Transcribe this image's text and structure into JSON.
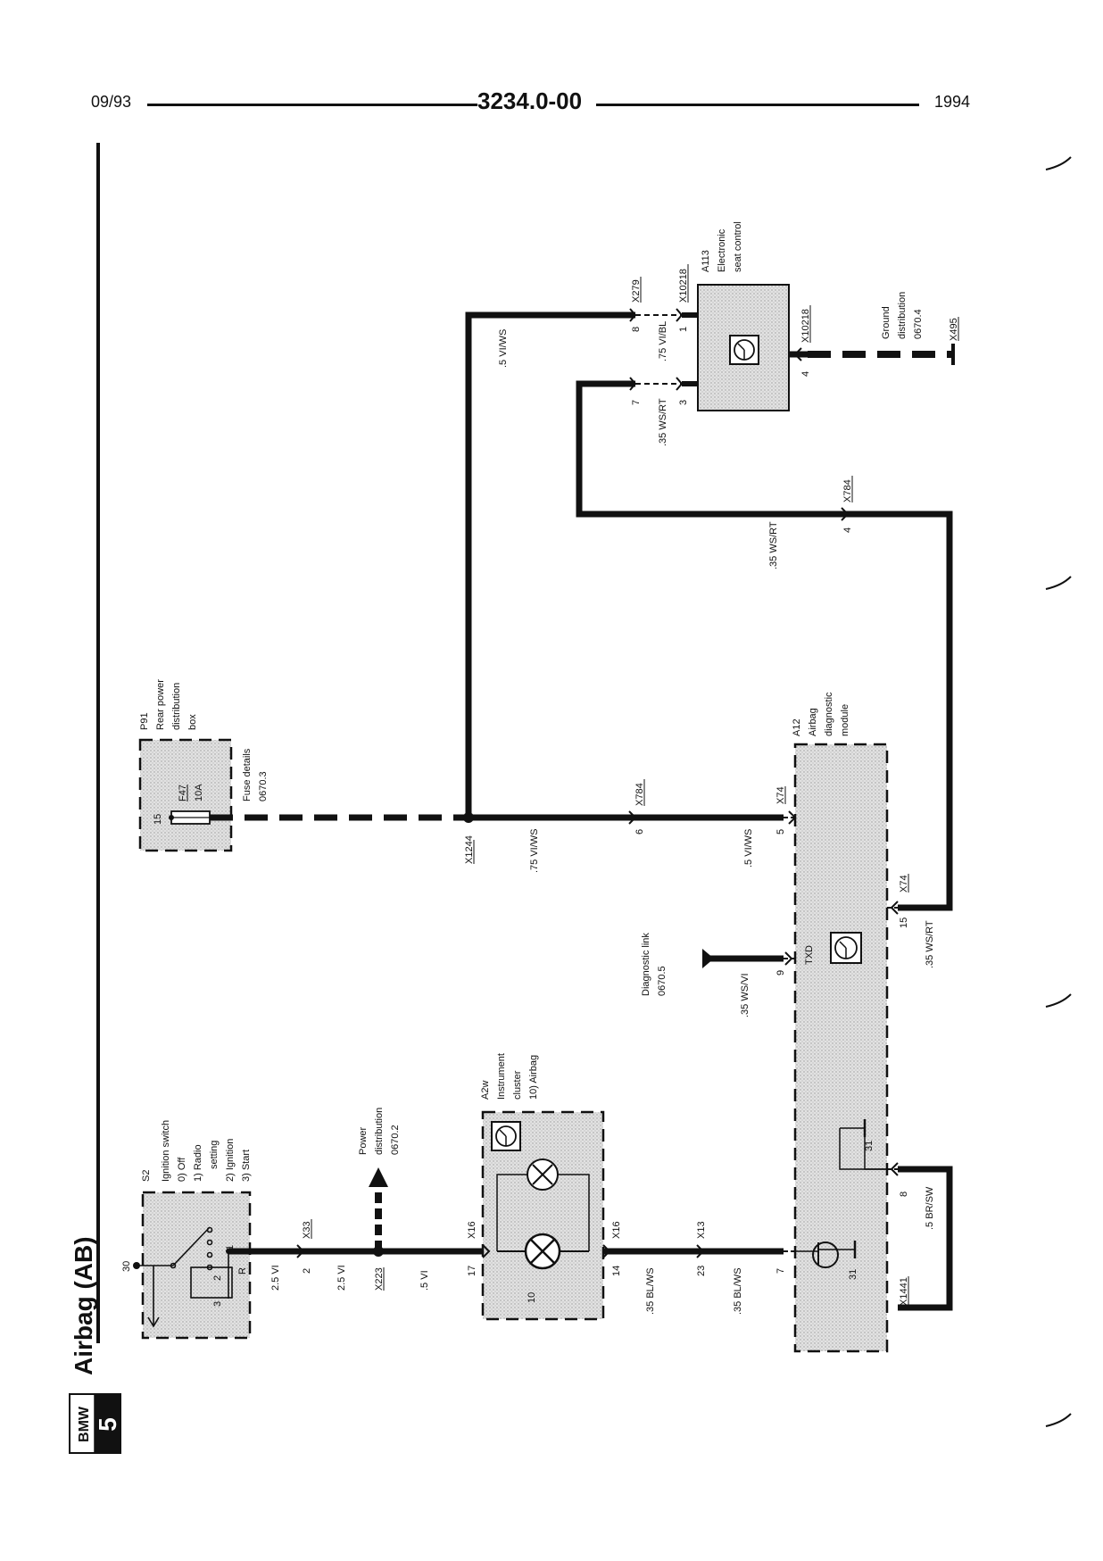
{
  "header": {
    "date": "09/93",
    "code": "3234.0-00",
    "year": "1994"
  },
  "badge": {
    "brand": "BMW",
    "series": "5"
  },
  "title": "Airbag (AB)",
  "s2": {
    "id": "S2",
    "name": "Ignition switch",
    "pos0": "0) Off",
    "pos1": "1) Radio",
    "pos1b": "setting",
    "pos2": "2) Ignition",
    "pos3": "3) Start",
    "pin30": "30",
    "pinR": "R",
    "n1": "1",
    "n2": "2",
    "n3": "3"
  },
  "wire1": {
    "size": "2.5 VI"
  },
  "x33": {
    "id": "X33",
    "pin": "2",
    "size": "2.5 VI"
  },
  "power": {
    "text1": "Power",
    "text2": "distribution",
    "ref": "0670.2"
  },
  "x223": {
    "id": "X223",
    "size": ".5 VI"
  },
  "a2w": {
    "id": "A2w",
    "name1": "Instrument",
    "name2": "cluster",
    "note": "10) Airbag",
    "lamp": "10"
  },
  "x16a": {
    "id": "X16",
    "pin": "17"
  },
  "x16b": {
    "id": "X16",
    "pin": "14",
    "size": ".35 BL/WS"
  },
  "x13": {
    "id": "X13",
    "pin": "23",
    "size": ".35 BL/WS"
  },
  "a12": {
    "id": "A12",
    "name1": "Airbag",
    "name2": "diagnostic",
    "name3": "module",
    "pin7": "7",
    "pin31": "31",
    "pin31b": "31",
    "txd": "TXD",
    "pin9": "9",
    "pin5": "5",
    "pin15": "15",
    "pin8": "8"
  },
  "x1441": {
    "id": "X1441",
    "size": ".5 BR/SW"
  },
  "diag": {
    "text1": "Diagnostic link",
    "ref": "0670.5",
    "size": ".35 WS/VI"
  },
  "x74a": {
    "id": "X74",
    "size": ".5 VI/WS"
  },
  "x74b": {
    "id": "X74",
    "size": ".35 WS/RT"
  },
  "x784a": {
    "id": "X784",
    "pin": "6",
    "size": ".75 VI/WS"
  },
  "x1244": {
    "id": "X1244"
  },
  "p91": {
    "id": "P91",
    "name1": "Rear power",
    "name2": "distribution",
    "name3": "box",
    "pin": "15",
    "fuse": "F47",
    "rating": "10A",
    "details1": "Fuse details",
    "details2": "0670.3"
  },
  "vertical": {
    "size": ".5 VI/WS"
  },
  "x784b": {
    "id": "X784",
    "pin": "4",
    "size": ".35 WS/RT"
  },
  "x279": {
    "id": "X279",
    "pin8": "8",
    "pin7": "7",
    "size": ".35 WS/RT"
  },
  "x10218a": {
    "id": "X10218",
    "pin1": "1",
    "pin3": "3",
    "size": ".75 VI/BL"
  },
  "a113": {
    "id": "A113",
    "name1": "Electronic",
    "name2": "seat control"
  },
  "x10218b": {
    "id": "X10218",
    "pin": "4"
  },
  "ground": {
    "text1": "Ground",
    "text2": "distribution",
    "ref": "0670.4"
  },
  "x495": {
    "id": "X495"
  }
}
